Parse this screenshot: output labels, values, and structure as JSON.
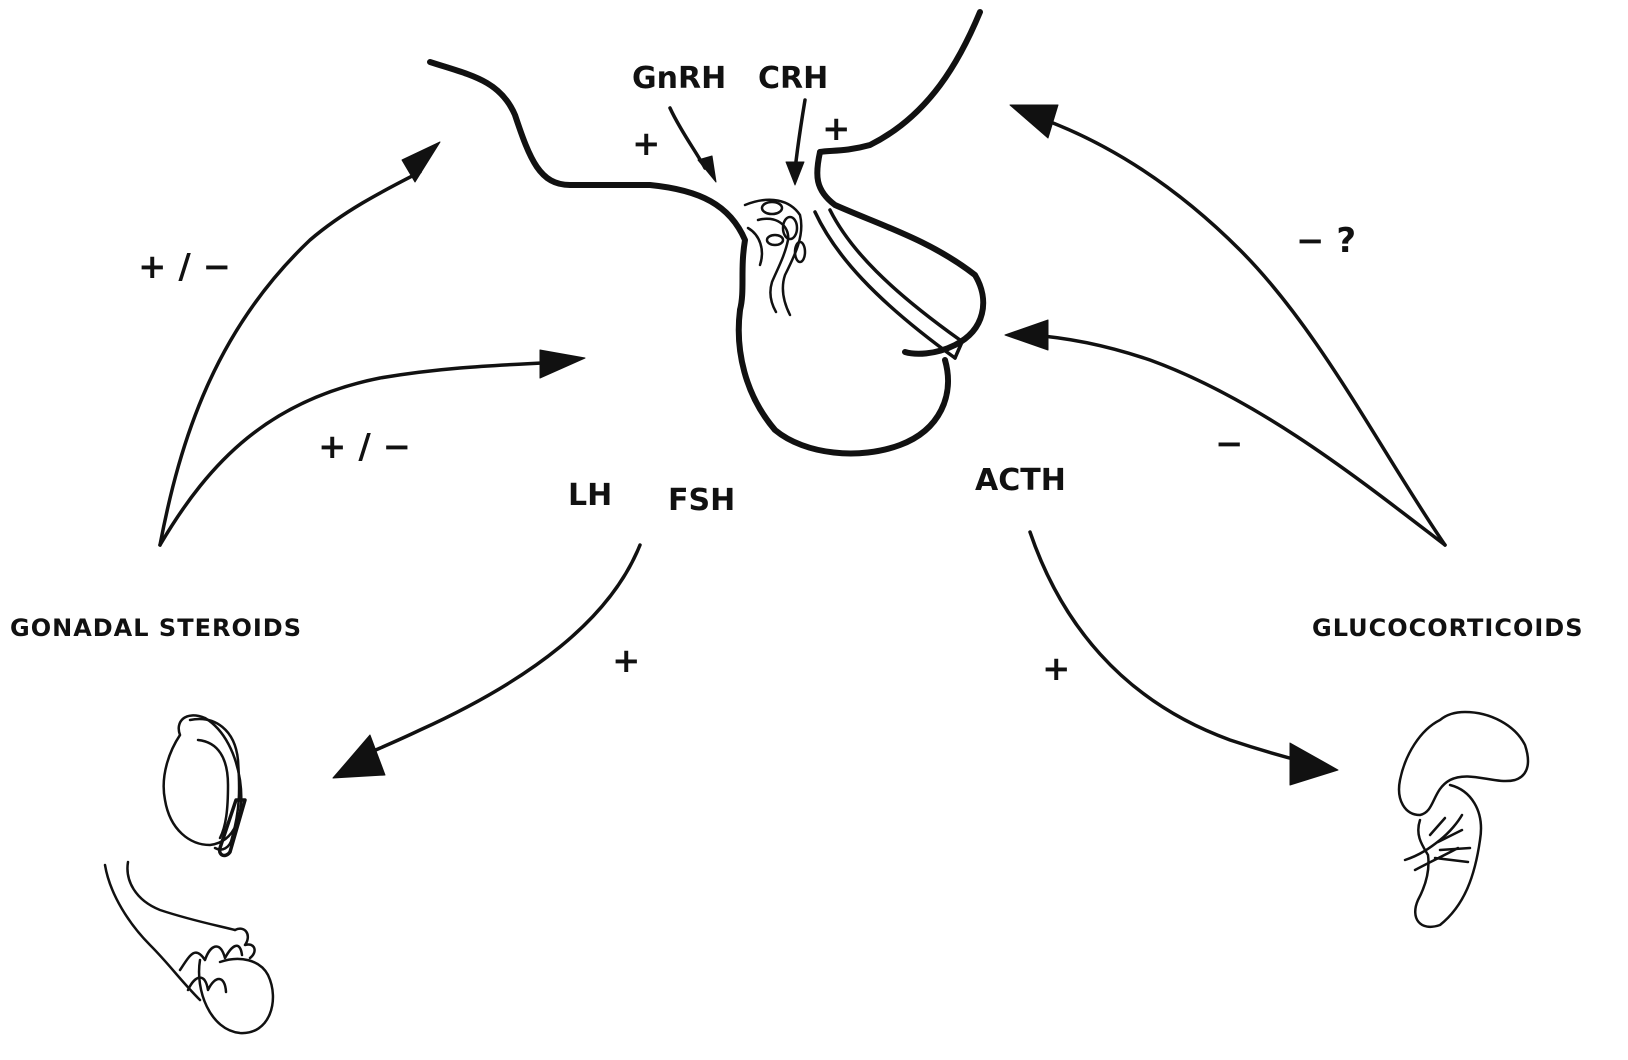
{
  "labels": {
    "gnrh": "GnRH",
    "crh": "CRH",
    "lh": "LH",
    "fsh": "FSH",
    "acth": "ACTH",
    "gonadal_steroids": "GONADAL STEROIDS",
    "glucocorticoids": "GLUCOCORTICOIDS"
  },
  "effects": {
    "gnrh_to_pituitary": "+",
    "crh_to_pituitary": "+",
    "gonadal_to_hypothalamus": "+ / −",
    "gonadal_to_pituitary": "+ / −",
    "glucocorticoids_to_hypothalamus": "− ?",
    "glucocorticoids_to_pituitary": "−",
    "lh_fsh_to_gonads": "+",
    "acth_to_adrenal": "+"
  }
}
